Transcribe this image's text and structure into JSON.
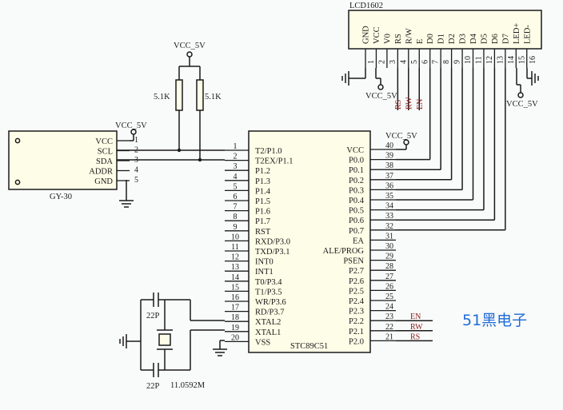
{
  "brand": "51黑电子",
  "vcc_label": "VCC_5V",
  "resistors": [
    "5.1K",
    "5.1K"
  ],
  "gy30": {
    "name": "GY-30",
    "pins": [
      {
        "label": "VCC",
        "num": "1"
      },
      {
        "label": "SCL",
        "num": "2"
      },
      {
        "label": "SDA",
        "num": "3"
      },
      {
        "label": "ADDR",
        "num": "4"
      },
      {
        "label": "GND",
        "num": "5"
      }
    ]
  },
  "mcu": {
    "name": "STC89C51",
    "left_pins": [
      {
        "num": "1",
        "label": "T2/P1.0"
      },
      {
        "num": "2",
        "label": "T2EX/P1.1"
      },
      {
        "num": "3",
        "label": "P1.2"
      },
      {
        "num": "4",
        "label": "P1.3"
      },
      {
        "num": "5",
        "label": "P1.4"
      },
      {
        "num": "6",
        "label": "P1.5"
      },
      {
        "num": "7",
        "label": "P1.6"
      },
      {
        "num": "8",
        "label": "P1.7"
      },
      {
        "num": "9",
        "label": "RST"
      },
      {
        "num": "10",
        "label": "RXD/P3.0"
      },
      {
        "num": "11",
        "label": "TXD/P3.1"
      },
      {
        "num": "12",
        "label": "INT0"
      },
      {
        "num": "13",
        "label": "INT1"
      },
      {
        "num": "14",
        "label": "T0/P3.4"
      },
      {
        "num": "15",
        "label": "T1/P3.5"
      },
      {
        "num": "16",
        "label": "WR/P3.6"
      },
      {
        "num": "17",
        "label": "RD/P3.7"
      },
      {
        "num": "18",
        "label": "XTAL2"
      },
      {
        "num": "19",
        "label": "XTAL1"
      },
      {
        "num": "20",
        "label": "VSS"
      }
    ],
    "right_pins": [
      {
        "num": "40",
        "label": "VCC"
      },
      {
        "num": "39",
        "label": "P0.0"
      },
      {
        "num": "38",
        "label": "P0.1"
      },
      {
        "num": "37",
        "label": "P0.2"
      },
      {
        "num": "36",
        "label": "P0.3"
      },
      {
        "num": "35",
        "label": "P0.4"
      },
      {
        "num": "34",
        "label": "P0.5"
      },
      {
        "num": "33",
        "label": "P0.6"
      },
      {
        "num": "32",
        "label": "P0.7"
      },
      {
        "num": "31",
        "label": "EA"
      },
      {
        "num": "30",
        "label": "ALE/PROG"
      },
      {
        "num": "29",
        "label": "PSEN"
      },
      {
        "num": "28",
        "label": "P2.7"
      },
      {
        "num": "27",
        "label": "P2.6"
      },
      {
        "num": "26",
        "label": "P2.5"
      },
      {
        "num": "25",
        "label": "P2.4"
      },
      {
        "num": "24",
        "label": "P2.3"
      },
      {
        "num": "23",
        "label": "P2.2"
      },
      {
        "num": "22",
        "label": "P2.1"
      },
      {
        "num": "21",
        "label": "P2.0"
      }
    ],
    "right_nets": [
      {
        "pin": "23",
        "label": "EN"
      },
      {
        "pin": "22",
        "label": "RW"
      },
      {
        "pin": "21",
        "label": "RS"
      }
    ]
  },
  "lcd": {
    "name": "LCD1602",
    "pins": [
      {
        "label": "GND",
        "num": "1"
      },
      {
        "label": "VCC",
        "num": "2"
      },
      {
        "label": "V0",
        "num": "3"
      },
      {
        "label": "RS",
        "num": "4"
      },
      {
        "label": "R/W",
        "num": "5"
      },
      {
        "label": "E",
        "num": "6"
      },
      {
        "label": "D0",
        "num": "7"
      },
      {
        "label": "D1",
        "num": "8"
      },
      {
        "label": "D2",
        "num": "9"
      },
      {
        "label": "D3",
        "num": "10"
      },
      {
        "label": "D4",
        "num": "11"
      },
      {
        "label": "D5",
        "num": "12"
      },
      {
        "label": "D6",
        "num": "13"
      },
      {
        "label": "D7",
        "num": "14"
      },
      {
        "label": "LED+",
        "num": "15"
      },
      {
        "label": "LED-",
        "num": "16"
      }
    ],
    "nets": [
      "RS",
      "RW",
      "EN"
    ]
  },
  "crystal": {
    "caps": [
      "22P",
      "22P"
    ],
    "freq": "11.0592M"
  }
}
